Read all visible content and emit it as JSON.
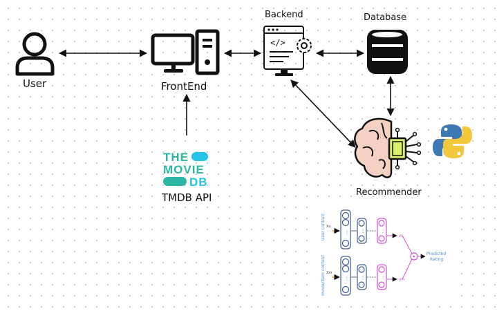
{
  "nodes": {
    "user": "User",
    "frontend": "FrontEnd",
    "backend": "Backend",
    "database": "Database",
    "recommender": "Recommender",
    "tmdb_api": "TMDB API"
  },
  "tmdb_logo": {
    "line1": "THE",
    "line2": "MOVIE",
    "line3": "DB"
  },
  "nn_figure": {
    "user_branch": "User content",
    "movie_branch": "movie/item content",
    "x_user": "Xu",
    "x_movie": "Xm",
    "v_user": "Vu",
    "v_movie": "Vm",
    "output": "Predicted rating",
    "output_line1": "Predicted",
    "output_line2": "Rating"
  },
  "colors": {
    "tmdb_teal": "#2bb6a3",
    "tmdb_blue": "#22c3e6",
    "nn_node": "#3a5b8f",
    "nn_output": "#d14fd1",
    "nn_label": "#4a90d9",
    "nn_input_arrow": "#e39b2c",
    "python_blue": "#3f79b3",
    "python_yellow": "#f2c83a",
    "brain_pink": "#f4d1c2",
    "chip_green": "#d6f06b"
  }
}
